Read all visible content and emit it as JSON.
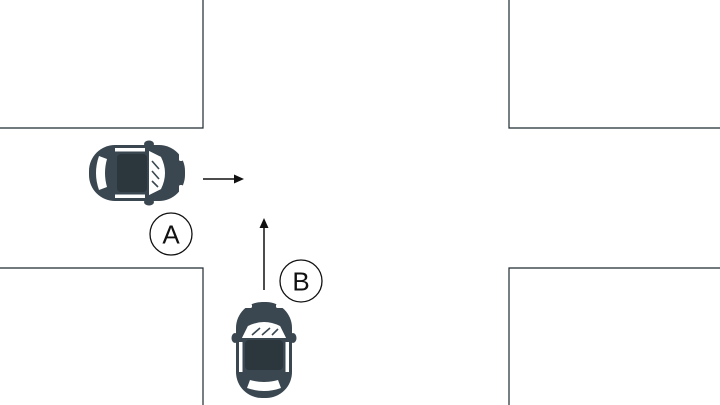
{
  "vehicles": {
    "a": {
      "label": "A",
      "direction": "right",
      "icon": "car-top-view-icon"
    },
    "b": {
      "label": "B",
      "direction": "up",
      "icon": "car-top-view-icon"
    }
  },
  "colors": {
    "car_body": "#3a4750",
    "road_lines": "#1f2a30",
    "background": "#ffffff"
  }
}
